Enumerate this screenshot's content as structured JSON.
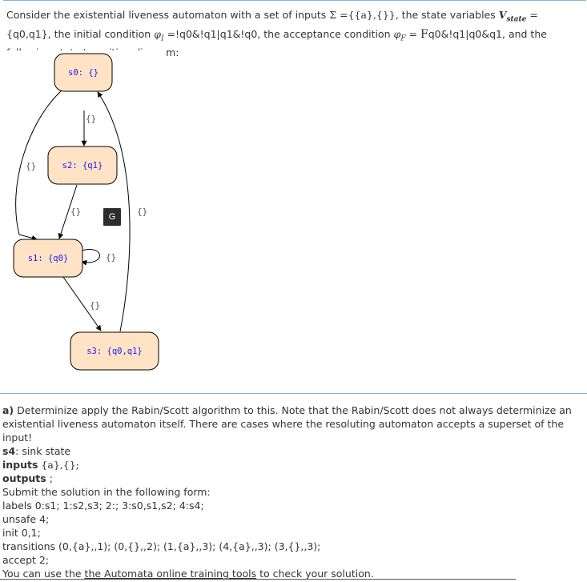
{
  "intro": {
    "p1": "Consider the existential liveness automaton with a set of inputs ",
    "sigma_sym": "Σ",
    "sigma_val": "{{a},{}}",
    "p2": ", the state variables ",
    "vstate_sym": "V",
    "vstate_sub": "state",
    "vstate_val": "{q0,q1}",
    "p3": ", the initial condition ",
    "phi_i_sym": "φ",
    "phi_i_sub": "I",
    "phi_i_val": "!q0&!q1|q1&!q0",
    "p4": ", the acceptance condition ",
    "phi_f_sym": "φ",
    "phi_f_sub": "F",
    "phi_f_op": "F",
    "phi_f_val": "q0&!q1|q0&q1",
    "p5": ", and the following state transition diagram:"
  },
  "diagram": {
    "nodes": [
      {
        "id": "s0",
        "label": "s0: {}"
      },
      {
        "id": "s2",
        "label": "s2: {q1}"
      },
      {
        "id": "s1",
        "label": "s1: {q0}"
      },
      {
        "id": "s3",
        "label": "s3: {q0,q1}"
      }
    ],
    "edge_labels": [
      "{}",
      "{}",
      "{}",
      "{}",
      "{}",
      "{}"
    ],
    "g_button": "G",
    "colors": {
      "node_fill": "#ffe3c4",
      "node_stroke": "#000000",
      "label": "#1a1aff"
    }
  },
  "task": {
    "a_label": "a)",
    "a_text": " Determinize apply the Rabin/Scott algorithm to this. Note that the Rabin/Scott does not always determinize an existential liveness automaton itself. There are cases where the resoluting automaton accepts a superset of the input!",
    "s4_label": "s4",
    "s4_text": ": sink state",
    "inputs_label": "inputs",
    "inputs_value": " {a},{};",
    "outputs_label": "outputs",
    "outputs_value": " ;",
    "submit": "Submit the solution in the following form:",
    "labels_line": "labels 0:s1; 1:s2,s3; 2:; 3:s0,s1,s2; 4:s4;",
    "unsafe_line": "unsafe 4;",
    "init_line": "init 0,1;",
    "transitions_line": "transitions (0,{a},,1); (0,{},,2); (1,{a},,3); (4,{a},,3); (3,{},,3);",
    "accept_line": "accept 2;",
    "tools_pre": "You can use the ",
    "tools_link": "the Automata online training tools",
    "tools_post": " to check your solution."
  }
}
